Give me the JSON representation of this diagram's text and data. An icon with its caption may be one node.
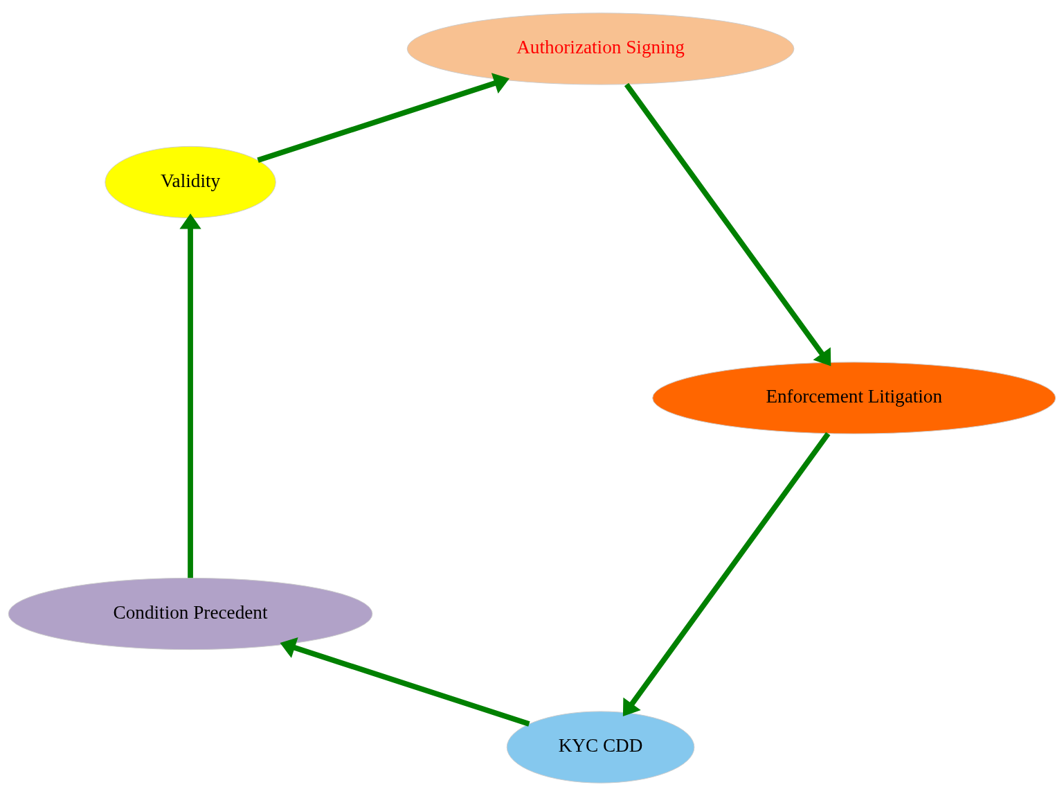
{
  "diagram": {
    "nodes": [
      {
        "text": [
          "KYC CDD"
        ]
      },
      {
        "text": [
          "Condition Precedent"
        ]
      },
      {
        "text": [
          "Validity"
        ]
      },
      {
        "text": [
          "Authorization Signing"
        ]
      },
      {
        "text": [
          "Enforcement Litigation"
        ]
      }
    ],
    "edges": [
      {
        "from": 0,
        "to": 1,
        "arrow": "to"
      },
      {
        "from": 1,
        "to": 2,
        "arrow": "to"
      },
      {
        "from": 2,
        "to": 3,
        "arrow": "to"
      },
      {
        "from": 3,
        "to": 4,
        "arrow": "to"
      },
      {
        "from": 4,
        "to": 0,
        "arrow": "to"
      }
    ]
  }
}
